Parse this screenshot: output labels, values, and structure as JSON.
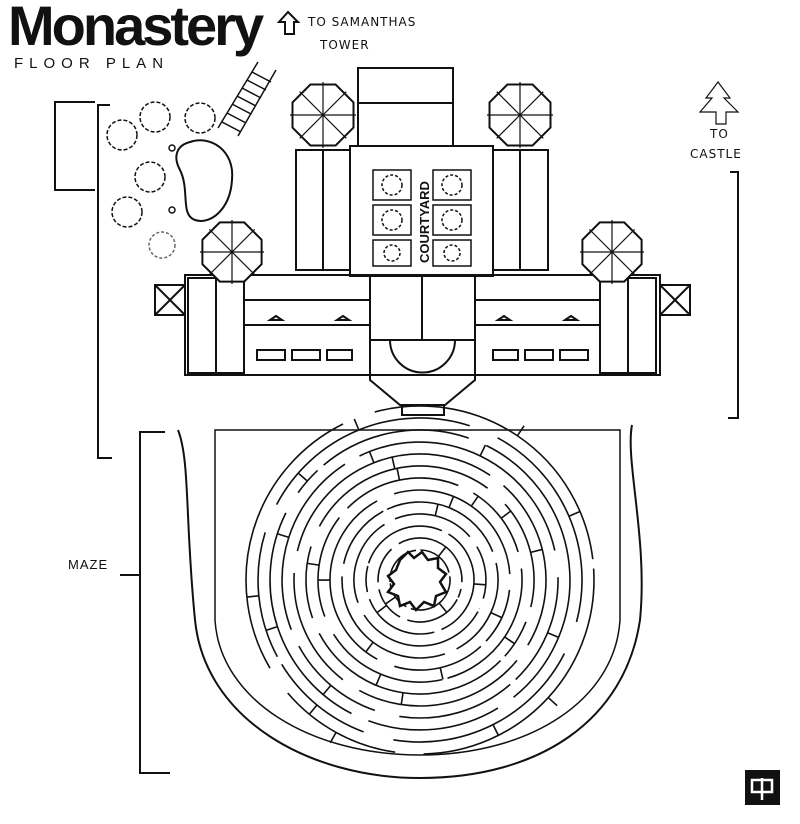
{
  "title": "Monastery",
  "subtitle": "FLOOR PLAN",
  "labels": {
    "to_tower": "TO SAMANTHAS",
    "to_tower_2": "TOWER",
    "to_castle": "TO",
    "to_castle_2": "CASTLE",
    "courtyard": "COURTYARD",
    "maze": "MAZE"
  },
  "colors": {
    "ink": "#111111",
    "background": "#ffffff"
  },
  "icons": [
    "up-arrow-icon",
    "tree-arrow-icon",
    "logo-icon"
  ]
}
